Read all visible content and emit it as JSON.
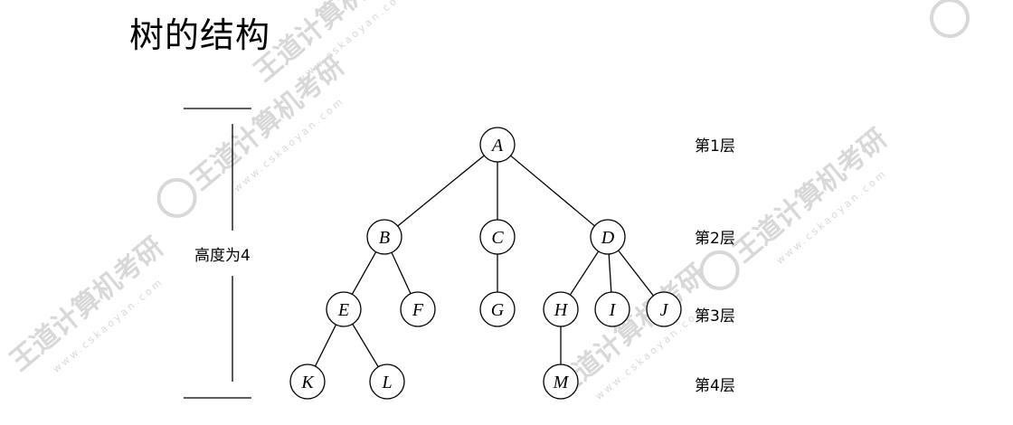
{
  "title": "树的结构",
  "height_label": "高度为4",
  "levels": [
    {
      "id": "L1",
      "label": "第1层"
    },
    {
      "id": "L2",
      "label": "第2层"
    },
    {
      "id": "L3",
      "label": "第3层"
    },
    {
      "id": "L4",
      "label": "第4层"
    }
  ],
  "tree": {
    "nodes": [
      {
        "id": "A",
        "level": 1
      },
      {
        "id": "B",
        "level": 2
      },
      {
        "id": "C",
        "level": 2
      },
      {
        "id": "D",
        "level": 2
      },
      {
        "id": "E",
        "level": 3
      },
      {
        "id": "F",
        "level": 3
      },
      {
        "id": "G",
        "level": 3
      },
      {
        "id": "H",
        "level": 3
      },
      {
        "id": "I",
        "level": 3
      },
      {
        "id": "J",
        "level": 3
      },
      {
        "id": "K",
        "level": 4
      },
      {
        "id": "L",
        "level": 4
      },
      {
        "id": "M",
        "level": 4
      }
    ],
    "edges": [
      [
        "A",
        "B"
      ],
      [
        "A",
        "C"
      ],
      [
        "A",
        "D"
      ],
      [
        "B",
        "E"
      ],
      [
        "B",
        "F"
      ],
      [
        "C",
        "G"
      ],
      [
        "D",
        "H"
      ],
      [
        "D",
        "I"
      ],
      [
        "D",
        "J"
      ],
      [
        "E",
        "K"
      ],
      [
        "E",
        "L"
      ],
      [
        "H",
        "M"
      ]
    ]
  },
  "watermark": {
    "text": "王道计算机考研",
    "url": "www.cskaoyan.com",
    "color": "#d8d8d8"
  }
}
